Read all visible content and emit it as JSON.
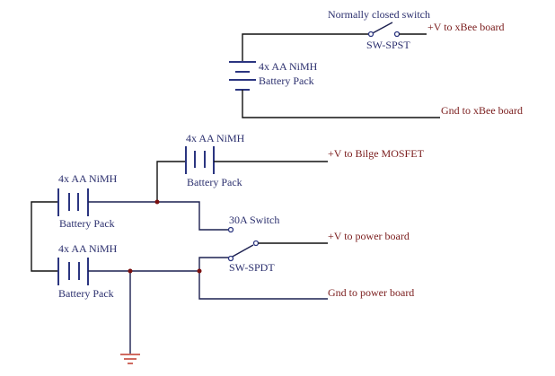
{
  "top_circuit": {
    "switch_note": "Normally closed switch",
    "switch_label": "SW-SPST",
    "battery_line1": "4x AA NiMH",
    "battery_line2": "Battery Pack",
    "out_positive": "+V to xBee board",
    "out_ground": "Gnd to xBee board"
  },
  "bottom_circuit": {
    "battery_a": {
      "line1": "4x AA NiMH",
      "line2": "Battery Pack"
    },
    "battery_b": {
      "line1": "4x AA NiMH",
      "line2": "Battery Pack"
    },
    "battery_c": {
      "line1": "4x AA NiMH",
      "line2": "Battery Pack"
    },
    "out_bilge": "+V to Bilge MOSFET",
    "switch_30a": "30A  Switch",
    "spdt_label": "SW-SPDT",
    "out_power_positive": "+V to power board",
    "out_power_ground": "Gnd to power board"
  },
  "colors": {
    "wire": "#1c2050",
    "label": "#2b2f6e",
    "output_label": "#7a1c1c",
    "junction": "#7a1010",
    "ground": "#c0392b"
  }
}
